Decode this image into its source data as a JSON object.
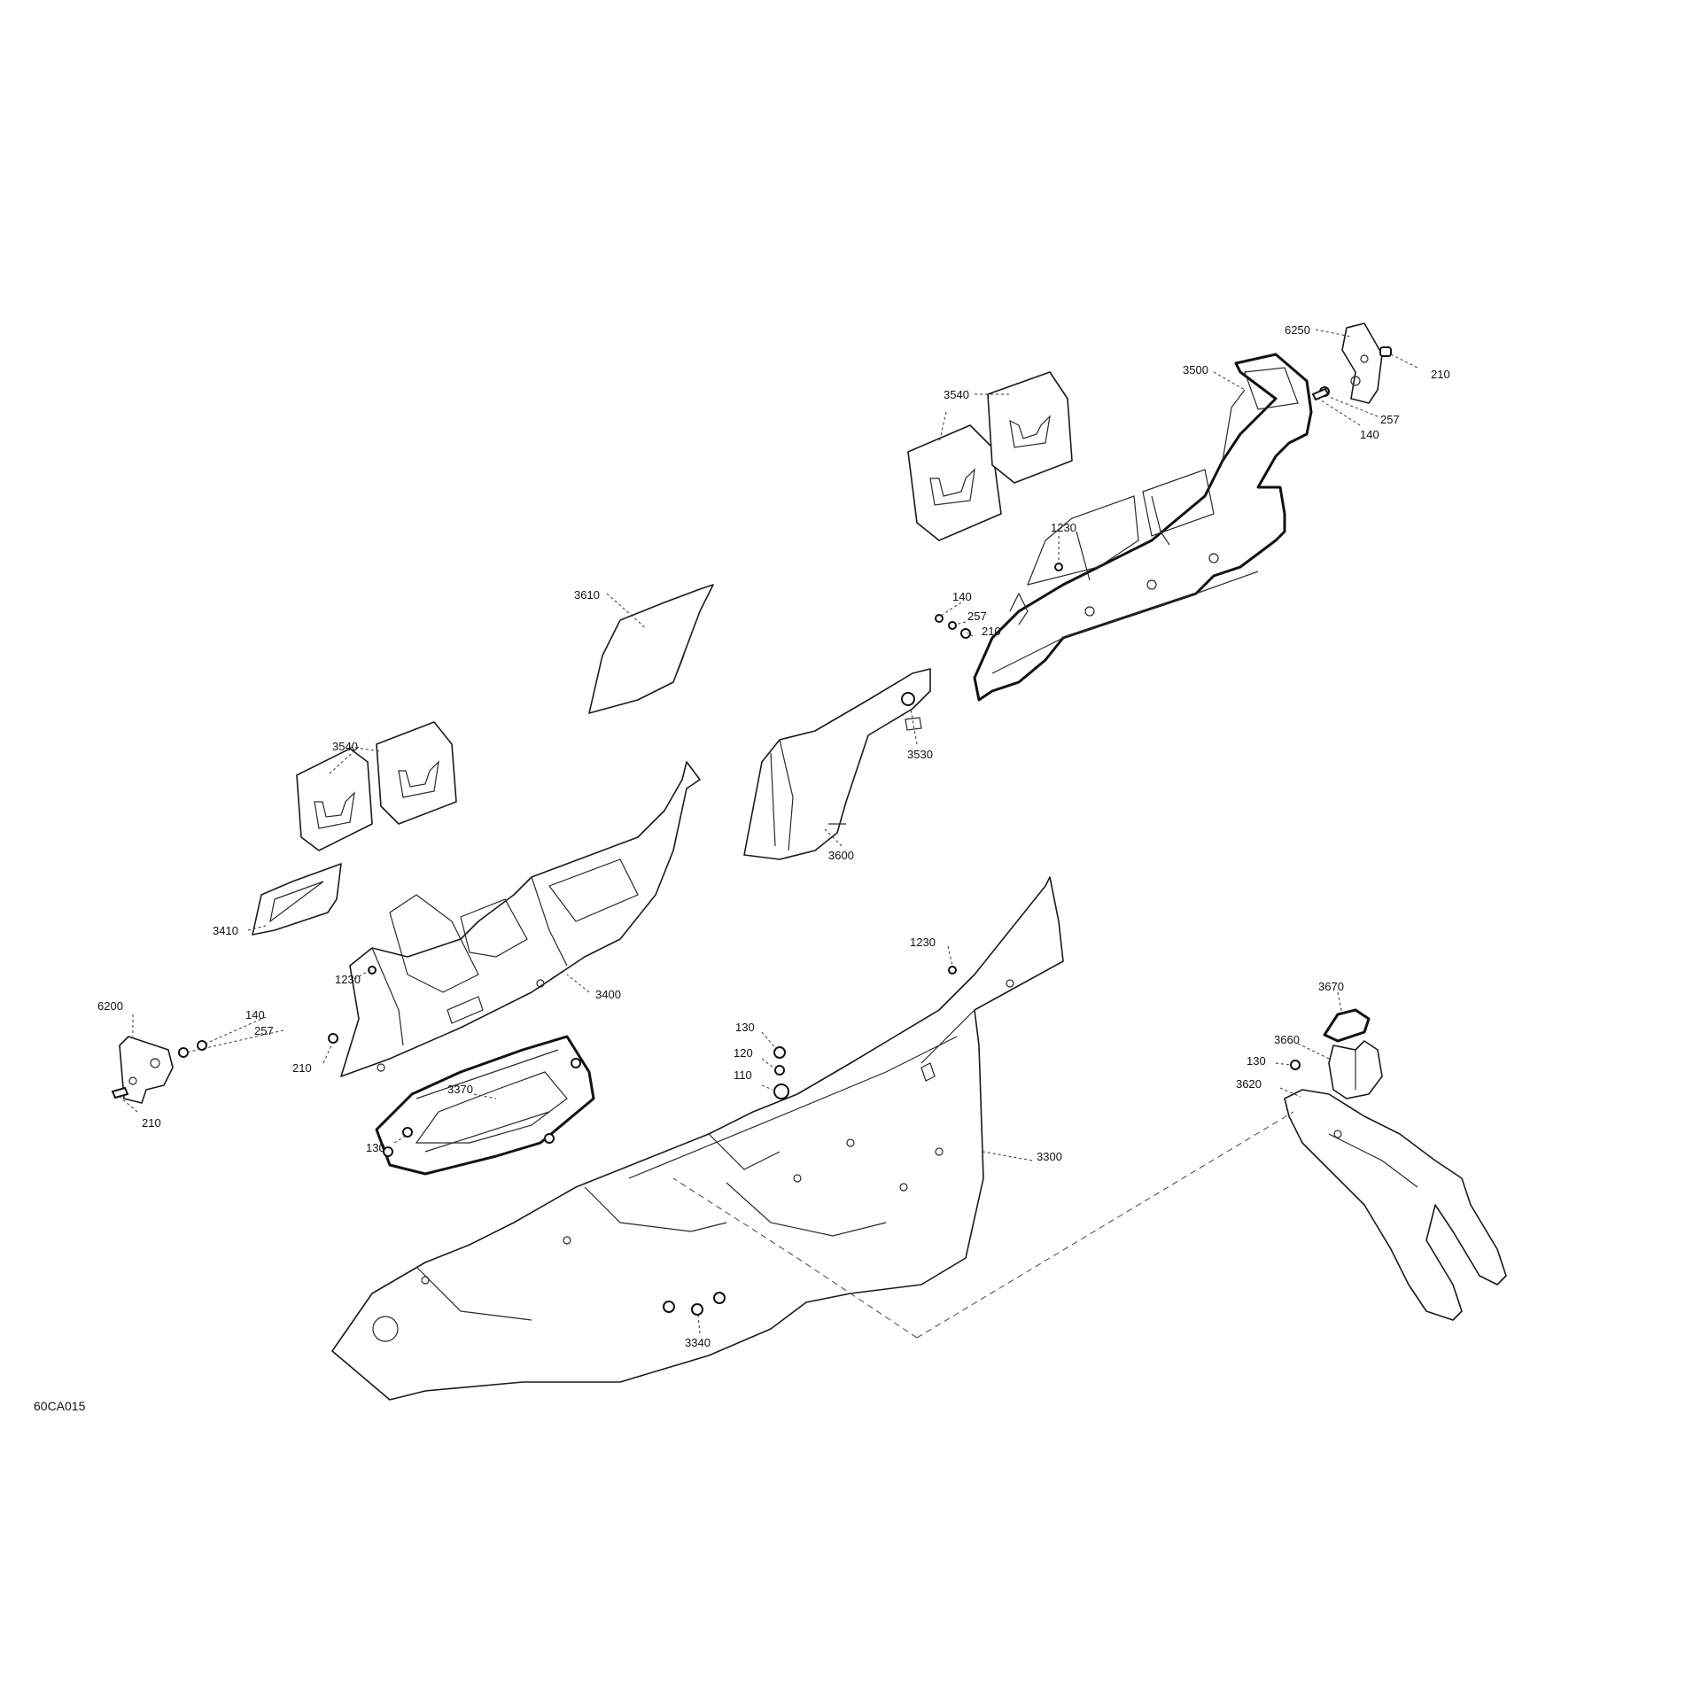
{
  "diagram_code": "60CA015",
  "callouts": [
    {
      "id": "c6250",
      "text": "6250"
    },
    {
      "id": "c210a",
      "text": "210"
    },
    {
      "id": "c3500",
      "text": "3500"
    },
    {
      "id": "c257a",
      "text": "257"
    },
    {
      "id": "c140a",
      "text": "140"
    },
    {
      "id": "c3540a",
      "text": "3540"
    },
    {
      "id": "c1230a",
      "text": "1230"
    },
    {
      "id": "c140b",
      "text": "140"
    },
    {
      "id": "c257b",
      "text": "257"
    },
    {
      "id": "c210b",
      "text": "210"
    },
    {
      "id": "c3610",
      "text": "3610"
    },
    {
      "id": "c3530",
      "text": "3530"
    },
    {
      "id": "c3540b",
      "text": "3540"
    },
    {
      "id": "c3600",
      "text": "3600"
    },
    {
      "id": "c3410",
      "text": "3410"
    },
    {
      "id": "c1230b",
      "text": "1230"
    },
    {
      "id": "c3400",
      "text": "3400"
    },
    {
      "id": "c1230c",
      "text": "1230"
    },
    {
      "id": "c6200",
      "text": "6200"
    },
    {
      "id": "c140c",
      "text": "140"
    },
    {
      "id": "c257c",
      "text": "257"
    },
    {
      "id": "c210c",
      "text": "210"
    },
    {
      "id": "c210d",
      "text": "210"
    },
    {
      "id": "c130a",
      "text": "130"
    },
    {
      "id": "c120",
      "text": "120"
    },
    {
      "id": "c110",
      "text": "110"
    },
    {
      "id": "c3370",
      "text": "3370"
    },
    {
      "id": "c130b",
      "text": "130"
    },
    {
      "id": "c3300",
      "text": "3300"
    },
    {
      "id": "c3340",
      "text": "3340"
    },
    {
      "id": "c3670",
      "text": "3670"
    },
    {
      "id": "c3660",
      "text": "3660"
    },
    {
      "id": "c130c",
      "text": "130"
    },
    {
      "id": "c3620",
      "text": "3620"
    }
  ]
}
